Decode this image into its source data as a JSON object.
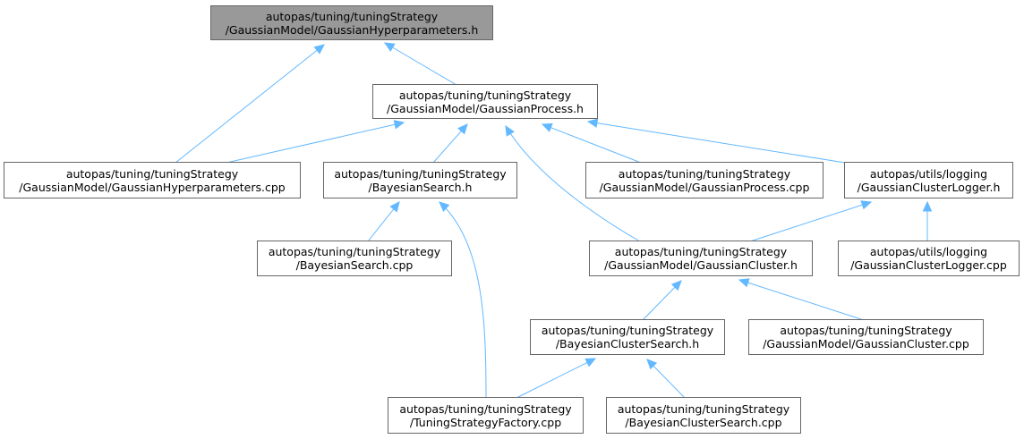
{
  "graph": {
    "edge_color": "#63b8ff",
    "nodes": {
      "root": {
        "line1": "autopas/tuning/tuningStrategy",
        "line2": "/GaussianModel/GaussianHyperparameters.h"
      },
      "gp_h": {
        "line1": "autopas/tuning/tuningStrategy",
        "line2": "/GaussianModel/GaussianProcess.h"
      },
      "ghp_cpp": {
        "line1": "autopas/tuning/tuningStrategy",
        "line2": "/GaussianModel/GaussianHyperparameters.cpp"
      },
      "bs_h": {
        "line1": "autopas/tuning/tuningStrategy",
        "line2": "/BayesianSearch.h"
      },
      "gp_cpp": {
        "line1": "autopas/tuning/tuningStrategy",
        "line2": "/GaussianModel/GaussianProcess.cpp"
      },
      "gcl_h": {
        "line1": "autopas/utils/logging",
        "line2": "/GaussianClusterLogger.h"
      },
      "bs_cpp": {
        "line1": "autopas/tuning/tuningStrategy",
        "line2": "/BayesianSearch.cpp"
      },
      "gc_h": {
        "line1": "autopas/tuning/tuningStrategy",
        "line2": "/GaussianModel/GaussianCluster.h"
      },
      "gcl_cpp": {
        "line1": "autopas/utils/logging",
        "line2": "/GaussianClusterLogger.cpp"
      },
      "bcs_h": {
        "line1": "autopas/tuning/tuningStrategy",
        "line2": "/BayesianClusterSearch.h"
      },
      "gc_cpp": {
        "line1": "autopas/tuning/tuningStrategy",
        "line2": "/GaussianModel/GaussianCluster.cpp"
      },
      "tsf_cpp": {
        "line1": "autopas/tuning/tuningStrategy",
        "line2": "/TuningStrategyFactory.cpp"
      },
      "bcs_cpp": {
        "line1": "autopas/tuning/tuningStrategy",
        "line2": "/BayesianClusterSearch.cpp"
      }
    },
    "edges": [
      [
        "root",
        "gp_h"
      ],
      [
        "root",
        "ghp_cpp"
      ],
      [
        "gp_h",
        "ghp_cpp"
      ],
      [
        "gp_h",
        "bs_h"
      ],
      [
        "gp_h",
        "gp_cpp"
      ],
      [
        "gp_h",
        "gcl_h"
      ],
      [
        "gp_h",
        "gc_h"
      ],
      [
        "bs_h",
        "bs_cpp"
      ],
      [
        "bs_h",
        "tsf_cpp"
      ],
      [
        "gcl_h",
        "gc_h"
      ],
      [
        "gcl_h",
        "gcl_cpp"
      ],
      [
        "gc_h",
        "bcs_h"
      ],
      [
        "gc_h",
        "gc_cpp"
      ],
      [
        "bcs_h",
        "tsf_cpp"
      ],
      [
        "bcs_h",
        "bcs_cpp"
      ]
    ]
  }
}
